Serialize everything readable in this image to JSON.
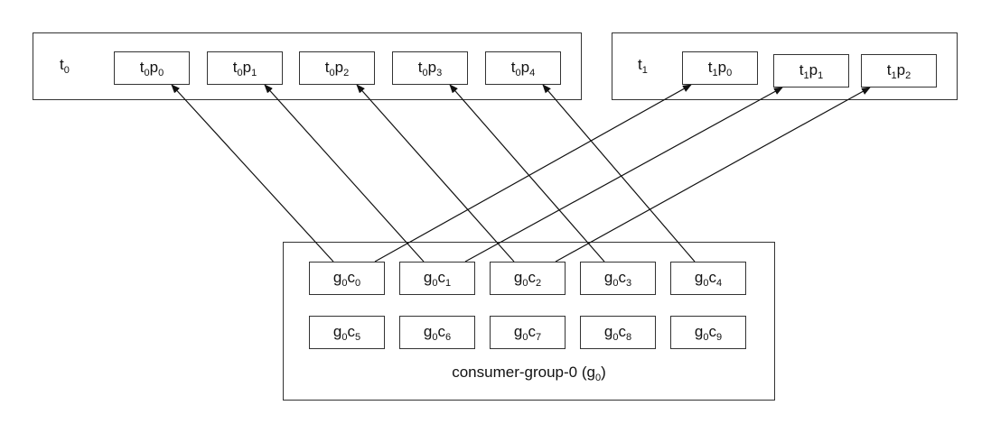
{
  "topics": [
    {
      "name": "t",
      "index": "0",
      "partitions": [
        {
          "base": "t",
          "bi": "0",
          "part": "p",
          "pi": "0"
        },
        {
          "base": "t",
          "bi": "0",
          "part": "p",
          "pi": "1"
        },
        {
          "base": "t",
          "bi": "0",
          "part": "p",
          "pi": "2"
        },
        {
          "base": "t",
          "bi": "0",
          "part": "p",
          "pi": "3"
        },
        {
          "base": "t",
          "bi": "0",
          "part": "p",
          "pi": "4"
        }
      ]
    },
    {
      "name": "t",
      "index": "1",
      "partitions": [
        {
          "base": "t",
          "bi": "1",
          "part": "p",
          "pi": "0"
        },
        {
          "base": "t",
          "bi": "1",
          "part": "p",
          "pi": "1"
        },
        {
          "base": "t",
          "bi": "1",
          "part": "p",
          "pi": "2"
        }
      ]
    }
  ],
  "group": {
    "label_main": "consumer-group-0 (g",
    "label_sub": "0",
    "label_end": ")",
    "consumers": [
      {
        "base": "g",
        "bi": "0",
        "part": "c",
        "pi": "0"
      },
      {
        "base": "g",
        "bi": "0",
        "part": "c",
        "pi": "1"
      },
      {
        "base": "g",
        "bi": "0",
        "part": "c",
        "pi": "2"
      },
      {
        "base": "g",
        "bi": "0",
        "part": "c",
        "pi": "3"
      },
      {
        "base": "g",
        "bi": "0",
        "part": "c",
        "pi": "4"
      },
      {
        "base": "g",
        "bi": "0",
        "part": "c",
        "pi": "5"
      },
      {
        "base": "g",
        "bi": "0",
        "part": "c",
        "pi": "6"
      },
      {
        "base": "g",
        "bi": "0",
        "part": "c",
        "pi": "7"
      },
      {
        "base": "g",
        "bi": "0",
        "part": "c",
        "pi": "8"
      },
      {
        "base": "g",
        "bi": "0",
        "part": "c",
        "pi": "9"
      }
    ]
  },
  "assignments": [
    {
      "consumer": 0,
      "topic": 0,
      "partition": 0
    },
    {
      "consumer": 1,
      "topic": 0,
      "partition": 1
    },
    {
      "consumer": 2,
      "topic": 0,
      "partition": 2
    },
    {
      "consumer": 3,
      "topic": 0,
      "partition": 3
    },
    {
      "consumer": 4,
      "topic": 0,
      "partition": 4
    },
    {
      "consumer": 0,
      "topic": 1,
      "partition": 0
    },
    {
      "consumer": 1,
      "topic": 1,
      "partition": 1
    },
    {
      "consumer": 2,
      "topic": 1,
      "partition": 2
    }
  ]
}
